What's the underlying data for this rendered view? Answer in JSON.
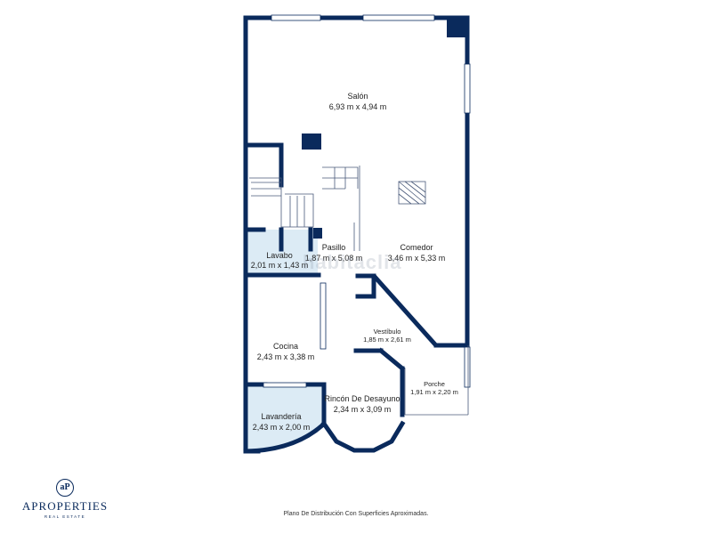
{
  "colors": {
    "wall": "#0a2a5c",
    "highlight": "#dcebf5"
  },
  "rooms": [
    {
      "id": "salon",
      "name": "Salón",
      "dims": "6,93 m x 4,94 m"
    },
    {
      "id": "comedor",
      "name": "Comedor",
      "dims": "3,46 m x 5,33 m"
    },
    {
      "id": "pasillo",
      "name": "Pasillo",
      "dims": "1,87 m x 5,08 m"
    },
    {
      "id": "lavabo",
      "name": "Lavabo",
      "dims": "2,01 m x 1,43 m"
    },
    {
      "id": "vestibulo",
      "name": "Vestíbulo",
      "dims": "1,85 m x 2,61 m"
    },
    {
      "id": "cocina",
      "name": "Cocina",
      "dims": "2,43 m x 3,38 m"
    },
    {
      "id": "porche",
      "name": "Porche",
      "dims": "1,91 m x 2,20 m"
    },
    {
      "id": "rincon",
      "name": "Rincón De Desayuno",
      "dims": "2,34 m x 3,09 m"
    },
    {
      "id": "lavanderia",
      "name": "Lavandería",
      "dims": "2,43 m x 2,00 m"
    }
  ],
  "logo": {
    "name": "APROPERTIES",
    "sub": "REAL ESTATE",
    "mark": "aP",
    "mark_icon": "ap-monogram-icon"
  },
  "watermark": "habitaclia",
  "footnote": "Plano De Distribución Con Superficies Aproximadas."
}
